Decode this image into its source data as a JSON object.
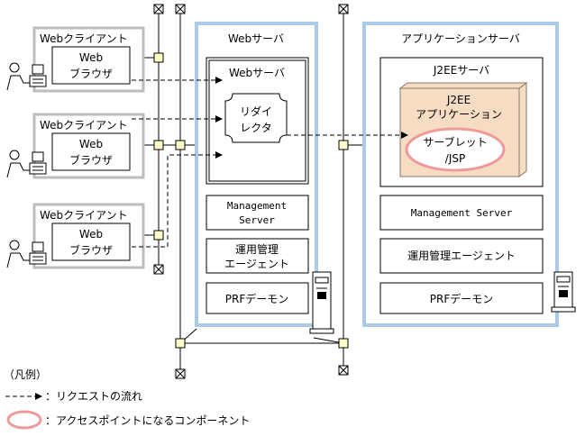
{
  "clients": [
    {
      "title": "Webクライアント",
      "browser_line1": "Web",
      "browser_line2": "ブラウザ"
    },
    {
      "title": "Webクライアント",
      "browser_line1": "Web",
      "browser_line2": "ブラウザ"
    },
    {
      "title": "Webクライアント",
      "browser_line1": "Web",
      "browser_line2": "ブラウザ"
    }
  ],
  "web_server": {
    "title": "Webサーバ",
    "inner_title": "Webサーバ",
    "redirector_line1": "リダイ",
    "redirector_line2": "レクタ",
    "management_line1": "Management",
    "management_line2": "Server",
    "agent_line1": "運用管理",
    "agent_line2": "エージェント",
    "prf": "PRFデーモン"
  },
  "app_server": {
    "title": "アプリケーションサーバ",
    "j2ee_title": "J2EEサーバ",
    "j2ee_app_line1": "J2EE",
    "j2ee_app_line2": "アプリケーション",
    "servlet_line1": "サーブレット",
    "servlet_line2": "/JSP",
    "management": "Management Server",
    "agent": "運用管理エージェント",
    "prf": "PRFデーモン"
  },
  "legend": {
    "title": "（凡例）",
    "request_flow": "：リクエストの流れ",
    "access_point": "：アクセスポイントになるコンポーネント"
  },
  "colors": {
    "server_border": "#a9cbe8",
    "j2ee_app_fill": "#f6dcc3",
    "access_point": "#ef9a9a",
    "client_border": "#b8b8b8",
    "hub_fill": "#ffffcc"
  }
}
